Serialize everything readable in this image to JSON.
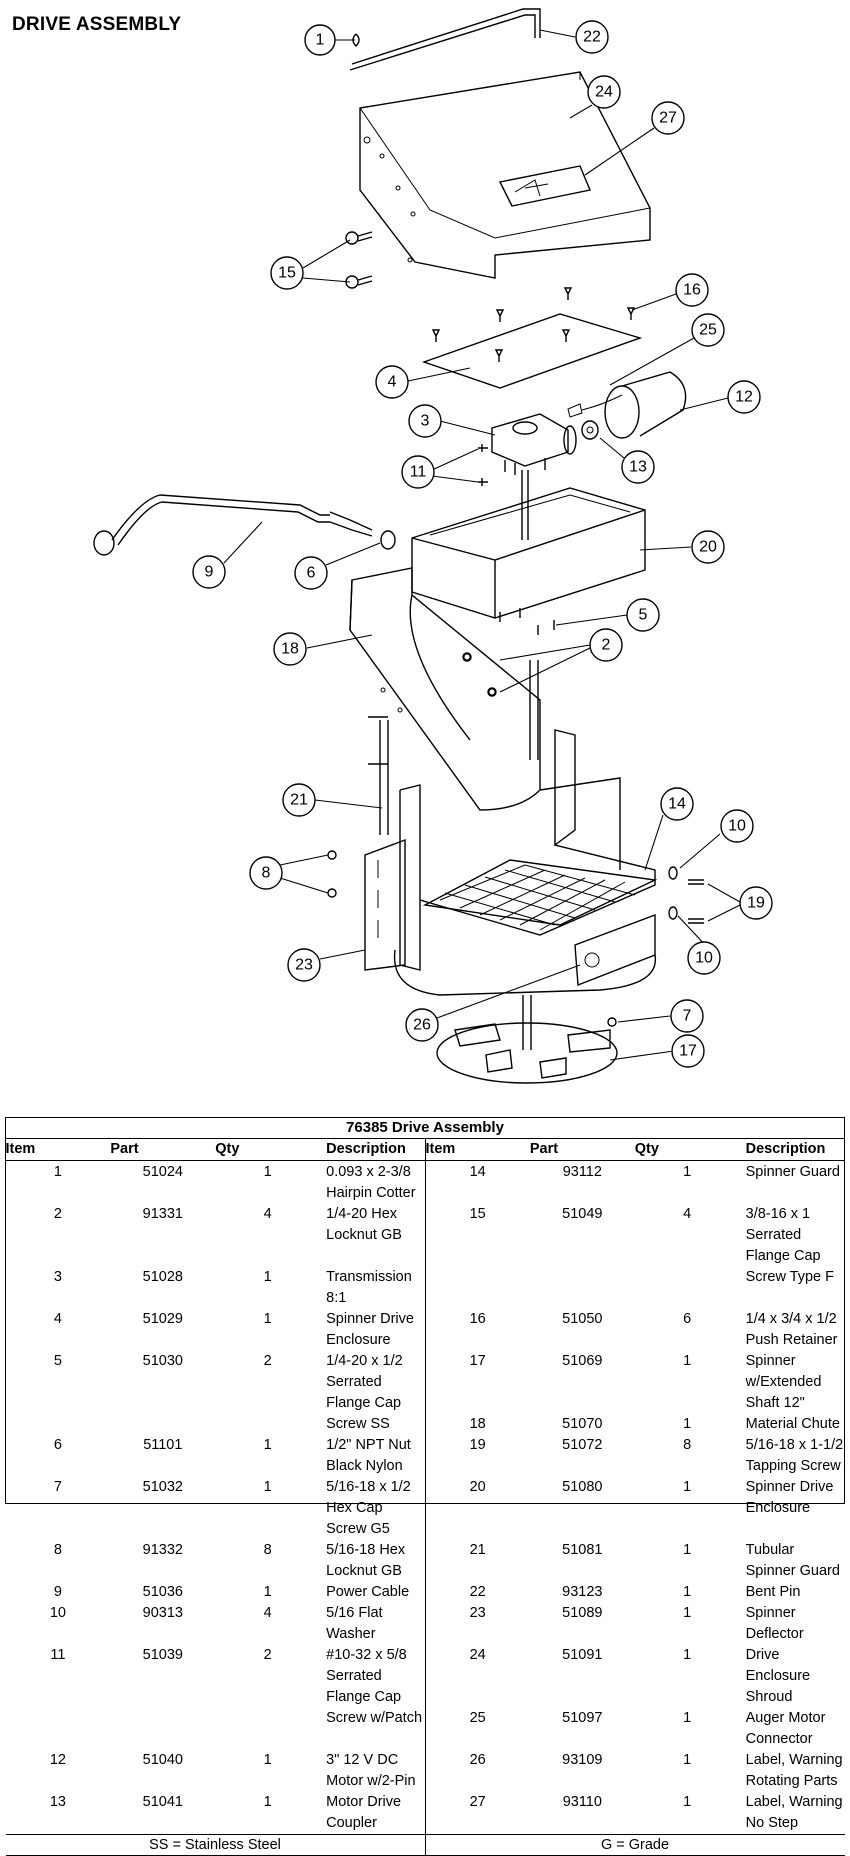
{
  "title": "DRIVE ASSEMBLY",
  "callouts": [
    "1",
    "2",
    "3",
    "4",
    "5",
    "6",
    "7",
    "8",
    "9",
    "10",
    "11",
    "12",
    "13",
    "14",
    "15",
    "16",
    "17",
    "18",
    "19",
    "20",
    "21",
    "22",
    "23",
    "24",
    "25",
    "26",
    "27"
  ],
  "table": {
    "caption": "76385  Drive Assembly",
    "headers": [
      "Item",
      "Part",
      "Qty",
      "Description",
      "Item",
      "Part",
      "Qty",
      "Description"
    ],
    "left": [
      {
        "item": "1",
        "part": "51024",
        "qty": "1",
        "desc": "0.093 x 2-3/8 Hairpin Cotter"
      },
      {
        "item": "2",
        "part": "91331",
        "qty": "4",
        "desc": "1/4-20 Hex Locknut GB"
      },
      {
        "item": "3",
        "part": "51028",
        "qty": "1",
        "desc": "Transmission 8:1"
      },
      {
        "item": "4",
        "part": "51029",
        "qty": "1",
        "desc": "Spinner Drive Enclosure"
      },
      {
        "item": "5",
        "part": "51030",
        "qty": "2",
        "desc": "1/4-20 x 1/2 Serrated Flange Cap",
        "desc2": "Screw SS"
      },
      {
        "item": "6",
        "part": "51101",
        "qty": "1",
        "desc": "1/2\" NPT Nut Black Nylon"
      },
      {
        "item": "7",
        "part": "51032",
        "qty": "1",
        "desc": "5/16-18 x 1/2 Hex Cap Screw G5"
      },
      {
        "item": "8",
        "part": "91332",
        "qty": "8",
        "desc": "5/16-18 Hex Locknut GB"
      },
      {
        "item": "9",
        "part": "51036",
        "qty": "1",
        "desc": "Power Cable"
      },
      {
        "item": "10",
        "part": "90313",
        "qty": "4",
        "desc": "5/16 Flat Washer"
      },
      {
        "item": "11",
        "part": "51039",
        "qty": "2",
        "desc": "#10-32 x 5/8 Serrated Flange Cap",
        "desc2": "Screw w/Patch"
      },
      {
        "item": "12",
        "part": "51040",
        "qty": "1",
        "desc": "3\" 12 V DC Motor w/2-Pin"
      },
      {
        "item": "13",
        "part": "51041",
        "qty": "1",
        "desc": "Motor Drive Coupler"
      }
    ],
    "right": [
      {
        "item": "14",
        "part": "93112",
        "qty": "1",
        "desc": "Spinner Guard"
      },
      {
        "item": "15",
        "part": "51049",
        "qty": "4",
        "desc": "3/8-16 x 1 Serrated Flange Cap",
        "desc2": "Screw Type F"
      },
      {
        "item": "16",
        "part": "51050",
        "qty": "6",
        "desc": "1/4 x 3/4 x 1/2 Push Retainer"
      },
      {
        "item": "17",
        "part": "51069",
        "qty": "1",
        "desc": "Spinner w/Extended Shaft 12\""
      },
      {
        "item": "18",
        "part": "51070",
        "qty": "1",
        "desc": "Material Chute"
      },
      {
        "item": "19",
        "part": "51072",
        "qty": "8",
        "desc": "5/16-18 x 1-1/2 Tapping Screw"
      },
      {
        "item": "20",
        "part": "51080",
        "qty": "1",
        "desc": "Spinner Drive Enclosure"
      },
      {
        "item": "21",
        "part": "51081",
        "qty": "1",
        "desc": "Tubular Spinner Guard"
      },
      {
        "item": "22",
        "part": "93123",
        "qty": "1",
        "desc": "Bent Pin"
      },
      {
        "item": "23",
        "part": "51089",
        "qty": "1",
        "desc": "Spinner Deflector"
      },
      {
        "item": "24",
        "part": "51091",
        "qty": "1",
        "desc": "Drive Enclosure Shroud"
      },
      {
        "item": "25",
        "part": "51097",
        "qty": "1",
        "desc": "Auger Motor Connector"
      },
      {
        "item": "26",
        "part": "93109",
        "qty": "1",
        "desc": "Label, Warning Rotating Parts"
      },
      {
        "item": "27",
        "part": "93110",
        "qty": "1",
        "desc": "Label, Warning No Step"
      }
    ],
    "footer_left": "SS = Stainless Steel",
    "footer_right": "G = Grade"
  }
}
